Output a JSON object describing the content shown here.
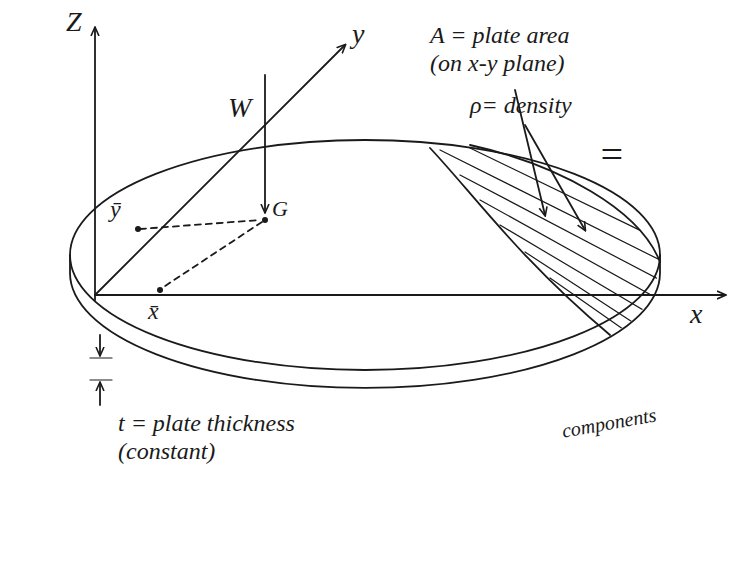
{
  "diagram": {
    "labels": [
      "Z",
      "y",
      "W",
      "A = plate area (on x-y plane)",
      "ρ= density",
      "=",
      "ȳ",
      "G",
      "x",
      "x̄",
      "t = plate thickness (constant)",
      "components"
    ]
  }
}
